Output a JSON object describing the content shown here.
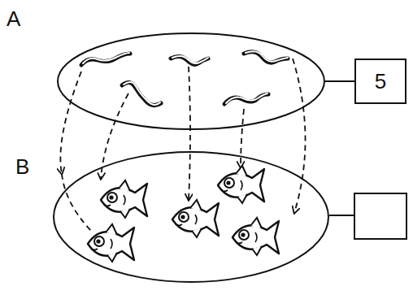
{
  "diagram": {
    "nodes": [
      {
        "text": [
          "A"
        ]
      },
      {
        "text": [
          "5"
        ]
      },
      {
        "text": [
          "B"
        ]
      }
    ],
    "edges": [
      {
        "from": 0,
        "to": 1,
        "arrow": "none"
      }
    ]
  }
}
